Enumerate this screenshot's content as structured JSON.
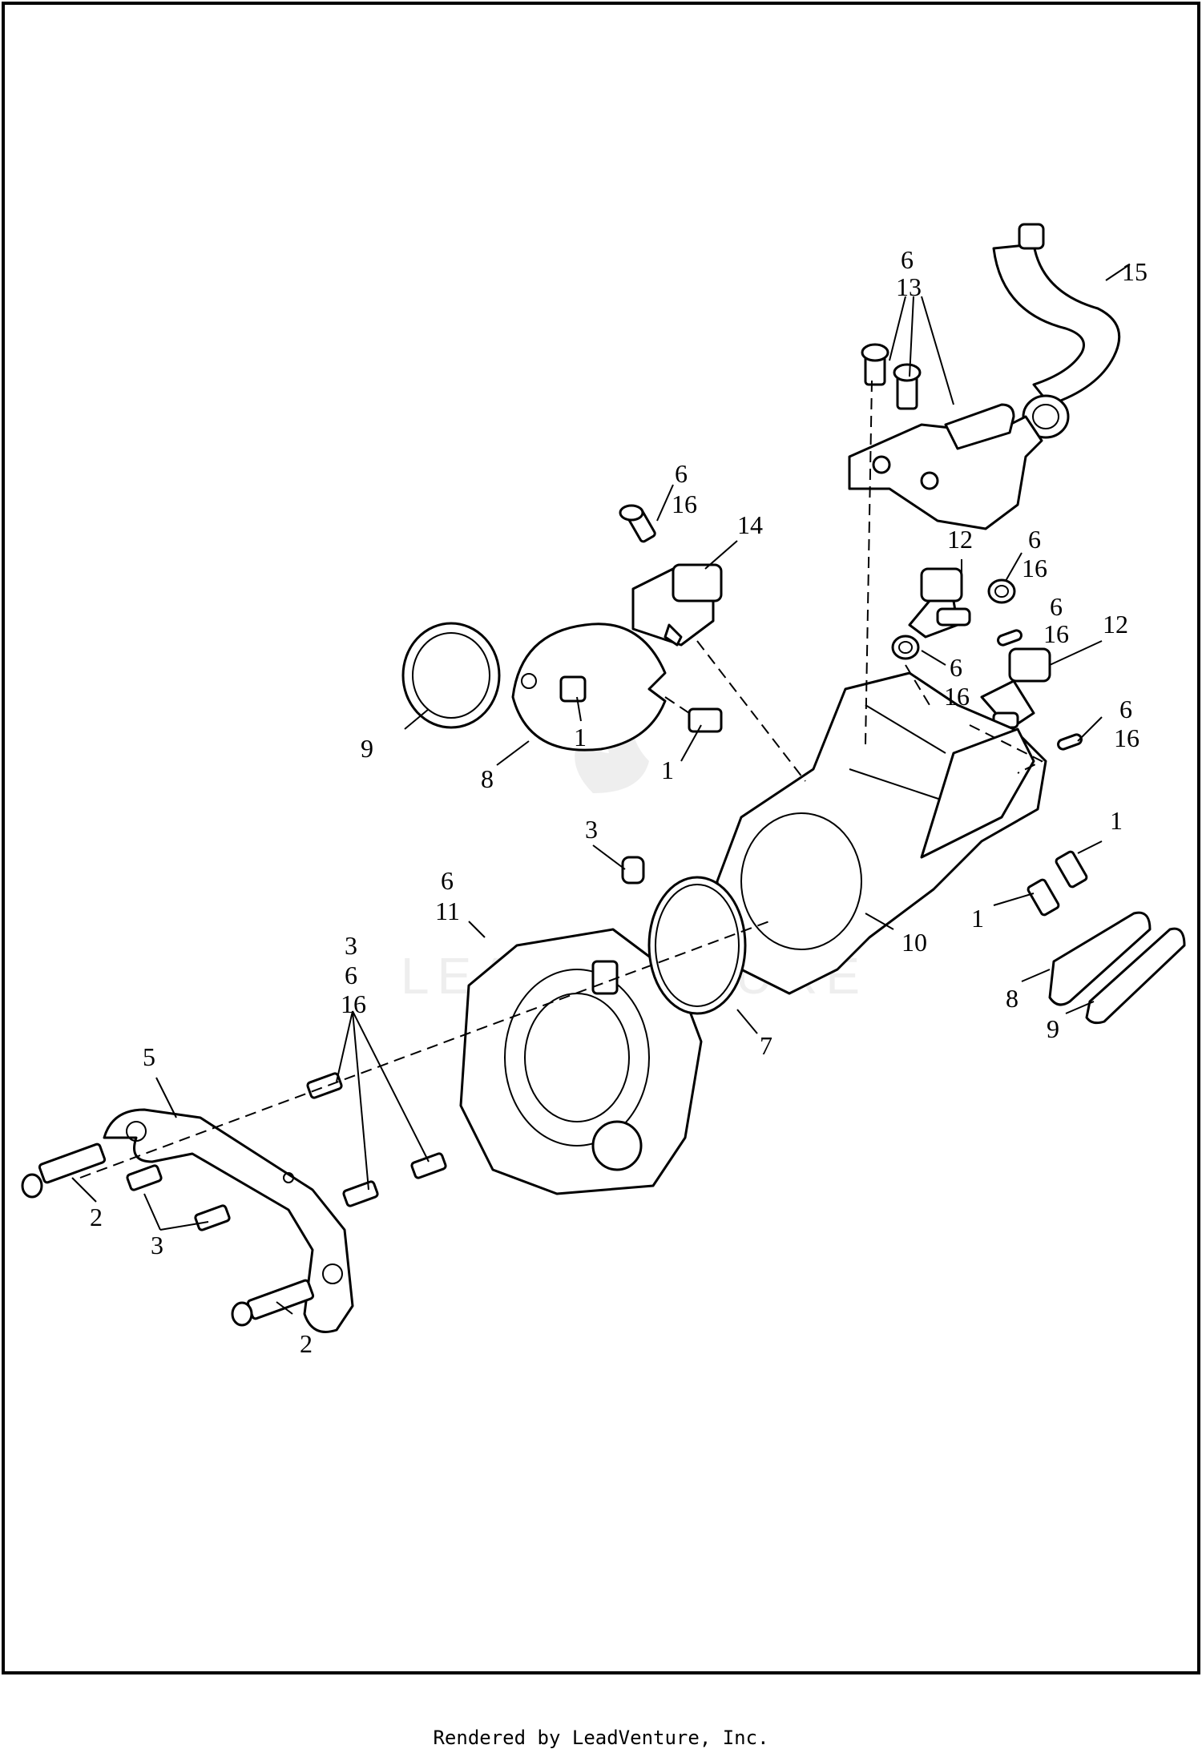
{
  "diagram": {
    "callouts": {
      "c6_top": "6",
      "c13": "13",
      "c15": "15",
      "c6_a": "6",
      "c16_a": "16",
      "c14": "14",
      "c12_a": "12",
      "c6_b": "6",
      "c16_b": "16",
      "c6_c": "6",
      "c16_c": "16",
      "c12_b": "12",
      "c6_d": "6",
      "c16_d": "16",
      "c6_e": "6",
      "c16_e": "16",
      "c9_a": "9",
      "c8_a": "8",
      "c1_a": "1",
      "c1_b": "1",
      "c3_a": "3",
      "c6_f": "6",
      "c11": "11",
      "c3_b": "3",
      "c6_g": "6",
      "c16_f": "16",
      "c10": "10",
      "c7": "7",
      "c1_c": "1",
      "c1_d": "1",
      "c8_b": "8",
      "c9_b": "9",
      "c5": "5",
      "c2_a": "2",
      "c3_c": "3",
      "c2_b": "2"
    }
  },
  "footer": {
    "text": "Rendered by LeadVenture, Inc."
  }
}
